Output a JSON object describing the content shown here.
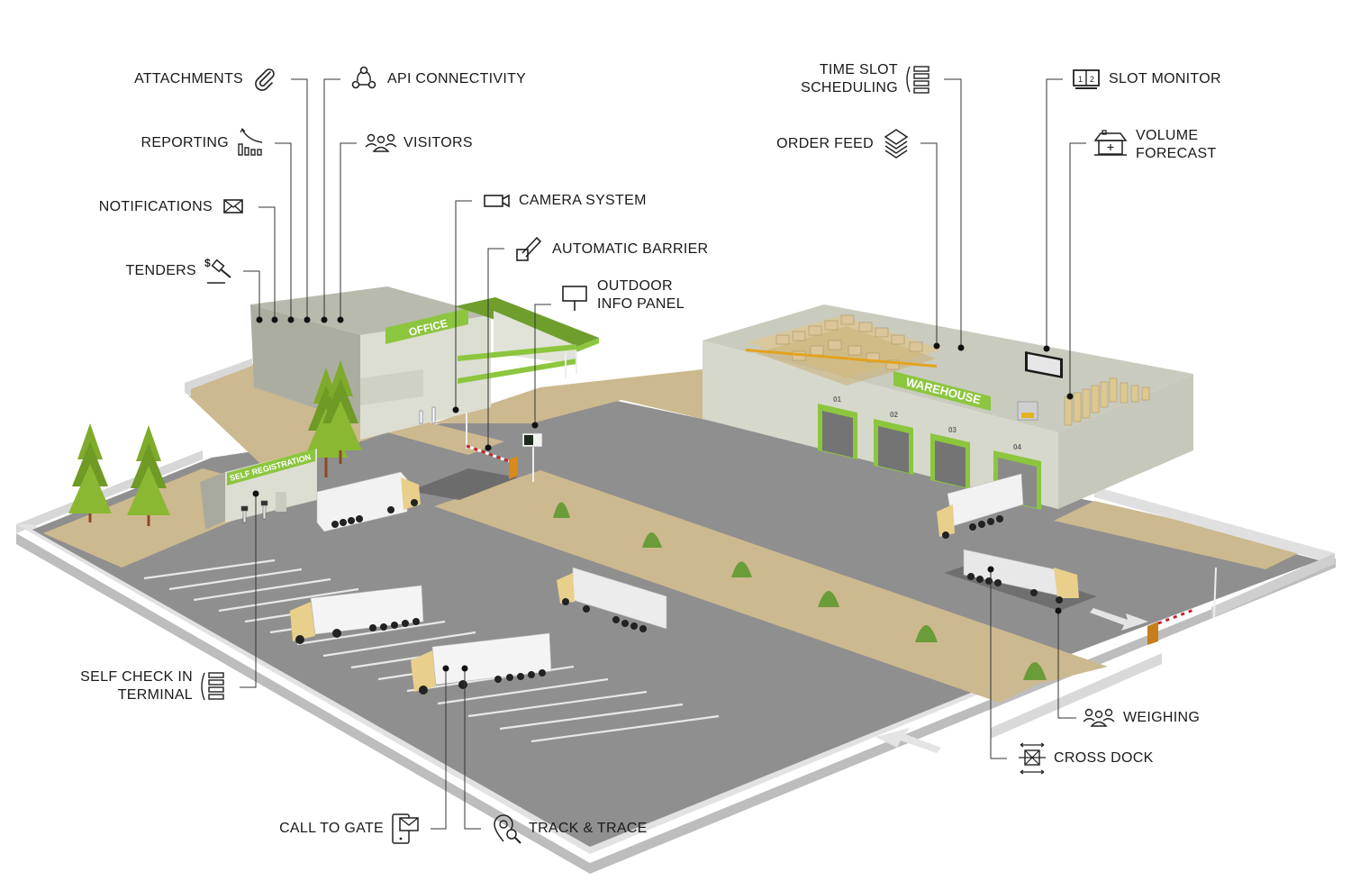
{
  "title": "Yard & Dock Management Site Overview",
  "colors": {
    "brand_green": "#8cc63f",
    "asphalt": "#8f8f8f",
    "sand": "#cdb98f",
    "wall": "#d3d5c8",
    "truck_cab": "#e8cf8c",
    "barrier_red": "#c0272d",
    "line": "#333333"
  },
  "signs": {
    "office": "OFFICE",
    "warehouse": "WAREHOUSE",
    "self_registration": "SELF REGISTRATION"
  },
  "dock_doors": [
    "01",
    "02",
    "03",
    "04"
  ],
  "features": [
    {
      "id": "attachments",
      "label": "ATTACHMENTS",
      "icon": "paperclip-icon"
    },
    {
      "id": "api",
      "label": "API CONNECTIVITY",
      "icon": "network-icon"
    },
    {
      "id": "reporting",
      "label": "REPORTING",
      "icon": "bar-chart-icon"
    },
    {
      "id": "visitors",
      "label": "VISITORS",
      "icon": "people-icon"
    },
    {
      "id": "notifications",
      "label": "NOTIFICATIONS",
      "icon": "envelope-icon"
    },
    {
      "id": "camera",
      "label": "CAMERA SYSTEM",
      "icon": "video-camera-icon"
    },
    {
      "id": "tenders",
      "label": "TENDERS",
      "icon": "gavel-dollar-icon"
    },
    {
      "id": "barrier",
      "label": "AUTOMATIC BARRIER",
      "icon": "barrier-icon"
    },
    {
      "id": "info_panel",
      "label_line1": "OUTDOOR",
      "label_line2": "INFO PANEL",
      "icon": "signboard-icon"
    },
    {
      "id": "time_slot",
      "label_line1": "TIME SLOT",
      "label_line2": "SCHEDULING",
      "icon": "schedule-list-icon"
    },
    {
      "id": "slot_monitor",
      "label": "SLOT MONITOR",
      "icon": "monitor-icon"
    },
    {
      "id": "order_feed",
      "label": "ORDER FEED",
      "icon": "layers-icon"
    },
    {
      "id": "volume_forecast",
      "label_line1": "VOLUME",
      "label_line2": "FORECAST",
      "icon": "warehouse-plus-icon"
    },
    {
      "id": "self_check_in",
      "label_line1": "SELF CHECK IN",
      "label_line2": "TERMINAL",
      "icon": "terminal-list-icon"
    },
    {
      "id": "weighing",
      "label": "WEIGHING",
      "icon": "people-icon"
    },
    {
      "id": "cross_dock",
      "label": "CROSS DOCK",
      "icon": "cross-dock-icon"
    },
    {
      "id": "call_to_gate",
      "label": "CALL TO GATE",
      "icon": "phone-message-icon"
    },
    {
      "id": "track_trace",
      "label": "TRACK & TRACE",
      "icon": "location-search-icon"
    }
  ]
}
